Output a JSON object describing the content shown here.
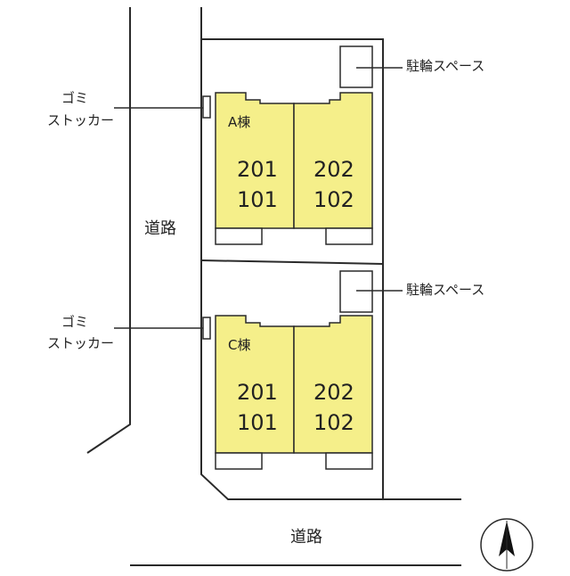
{
  "road_left": "道路",
  "road_bottom": "道路",
  "garbage_label_line1": "ゴミ",
  "garbage_label_line2": "ストッカー",
  "bicycle_label": "駐輪スペース",
  "buildings": [
    {
      "name": "A棟",
      "units": [
        {
          "upper": "201",
          "lower": "101"
        },
        {
          "upper": "202",
          "lower": "102"
        }
      ]
    },
    {
      "name": "C棟",
      "units": [
        {
          "upper": "201",
          "lower": "101"
        },
        {
          "upper": "202",
          "lower": "102"
        }
      ]
    }
  ],
  "colors": {
    "building_fill": "#f5ef8a",
    "line": "#2a2a2a"
  },
  "north_icon": "north-arrow-icon"
}
